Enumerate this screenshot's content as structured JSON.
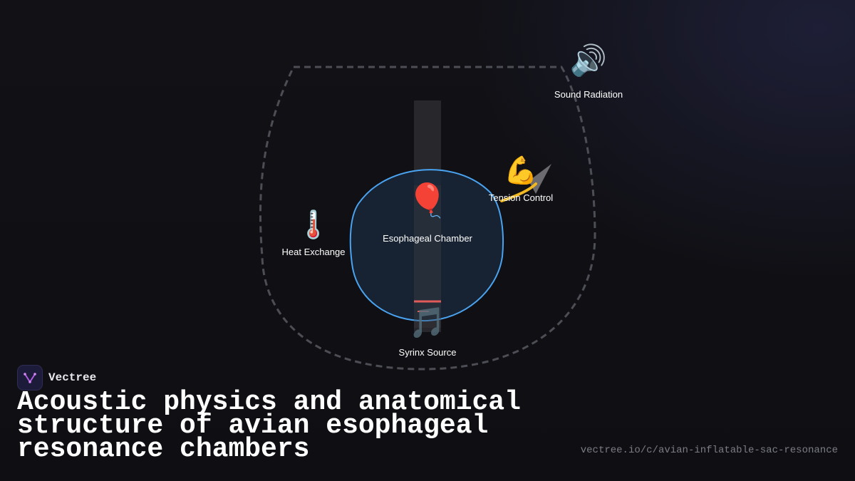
{
  "diagram": {
    "nodes": [
      {
        "id": "sound",
        "label": "Sound Radiation",
        "icon": "speaker-icon"
      },
      {
        "id": "tension",
        "label": "Tension Control",
        "icon": "flexed-bicep-icon"
      },
      {
        "id": "chamber",
        "label": "Esophageal Chamber",
        "icon": "balloon-icon"
      },
      {
        "id": "heat",
        "label": "Heat Exchange",
        "icon": "thermometer-icon"
      },
      {
        "id": "syrinx",
        "label": "Syrinx Source",
        "icon": "musical-note-icon"
      }
    ],
    "colors": {
      "outline": "#4d4d55",
      "chamber_stroke": "#4aa3f0",
      "chamber_fill": "#1a2a3c",
      "tube": "#3a3a40",
      "syrinx_marker": "#e05a5a"
    }
  },
  "brand": {
    "name": "Vectree",
    "logo": "vectree-logo-icon"
  },
  "title": "Acoustic physics and anatomical structure of avian esophageal resonance chambers",
  "footer": {
    "url": "vectree.io/c/avian-inflatable-sac-resonance"
  }
}
